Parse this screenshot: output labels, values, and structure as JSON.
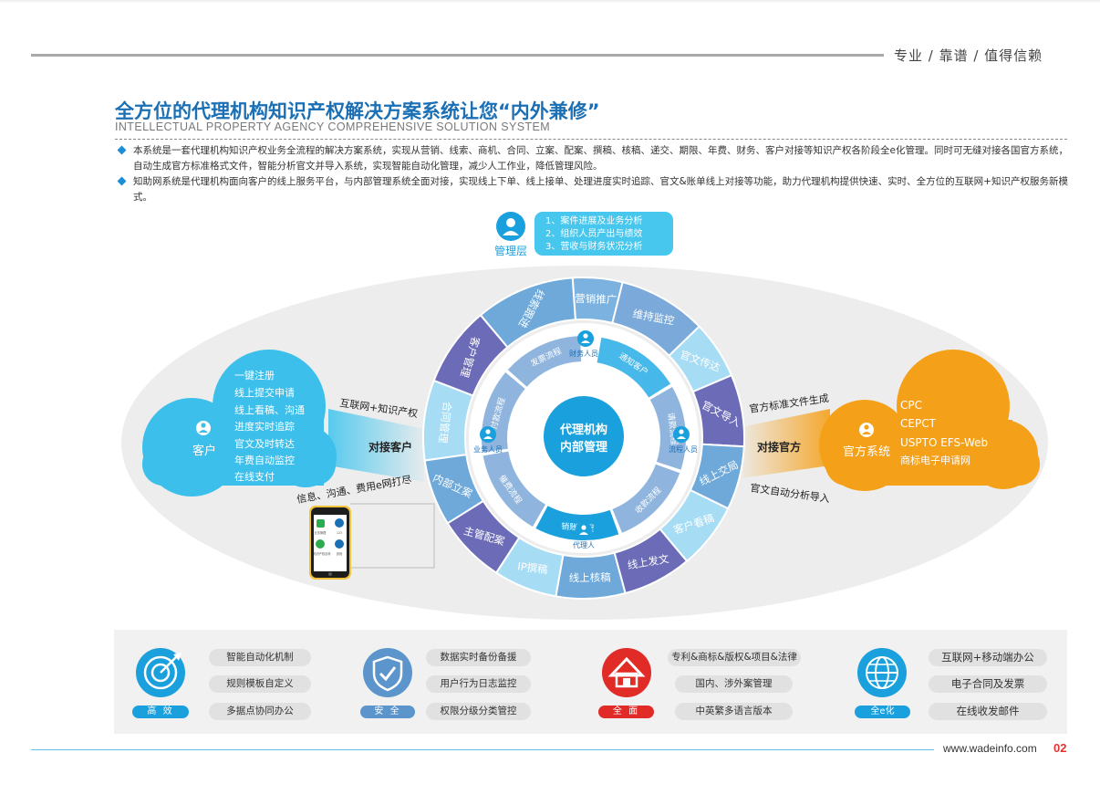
{
  "header": {
    "slogan": "专业  /  靠谱  /  值得信赖",
    "title": "全方位的代理机构知识产权解决方案系统让您“内外兼修”",
    "subtitle": "INTELLECTUAL PROPERTY AGENCY COMPREHENSIVE SOLUTION SYSTEM"
  },
  "bullets": [
    "本系统是一套代理机构知识产权业务全流程的解决方案系统，实现从营销、线索、商机、合同、立案、配案、撰稿、核稿、递交、期限、年费、财务、客户对接等知识产权各阶段全e化管理。同时可无缝对接各国官方系统，自动生成官方标准格式文件，智能分析官文并导入系统，实现智能自动化管理，减少人工作业，降低管理风险。",
    "知助网系统是代理机构面向客户的线上服务平台，与内部管理系统全面对接，实现线上下单、线上接单、处理进度实时追踪、官文&账单线上对接等功能，助力代理机构提供快速、实时、全方位的互联网+知识产权服务新模式。"
  ],
  "diagram": {
    "management": {
      "label": "管理层",
      "items": [
        "1、案件进展及业务分析",
        "2、组织人员产出与绩效",
        "3、营收与财务状况分析"
      ]
    },
    "center": {
      "line1": "代理机构",
      "line2": "内部管理"
    },
    "outer_ring": [
      "营销推广",
      "维持监控",
      "官文传达",
      "官文导入",
      "线上交局",
      "客户看稿",
      "线上发文",
      "线上核稿",
      "IP撰稿",
      "主管配案",
      "内部立案",
      "合同管理",
      "客户管理",
      "线索跟进"
    ],
    "inner_ring": [
      "通知客户",
      "请款流程",
      "收款流程",
      "销账流程",
      "催费流程",
      "付款流程",
      "发票流程"
    ],
    "roles": {
      "finance": "财务人员",
      "business": "业务人员",
      "process": "流程人员",
      "agent": "代理人"
    },
    "client": {
      "label": "客户",
      "items": [
        "一键注册",
        "线上提交申请",
        "线上看稿、沟通",
        "进度实时追踪",
        "官文及时转达",
        "年费自动监控",
        "在线支付"
      ]
    },
    "official": {
      "label": "官方系统",
      "items": [
        "CPC",
        "CEPCT",
        "USPTO EFS-Web",
        "商标电子申请网"
      ]
    },
    "links": {
      "internet": "互联网+知识产权",
      "connect_client": "对接客户",
      "mobile": "信息、沟通、费用e网打尽",
      "official_gen": "官方标准文件生成",
      "connect_official": "对接官方",
      "official_import": "官文自动分析导入"
    },
    "phone_apps": [
      "业务管理",
      "123",
      "知识产权百科",
      "其他"
    ]
  },
  "features": [
    {
      "tag": "高 效",
      "color": "#1aa0dc",
      "icon": "target-icon",
      "items": [
        "智能自动化机制",
        "规则模板自定义",
        "多据点协同办公"
      ]
    },
    {
      "tag": "安 全",
      "color": "#5b95cc",
      "icon": "shield-check-icon",
      "items": [
        "数据实时备份备援",
        "用户行为日志监控",
        "权限分级分类管控"
      ]
    },
    {
      "tag": "全 面",
      "color": "#e02b27",
      "icon": "home-icon",
      "items": [
        "专利&商标&版权&项目&法律",
        "国内、涉外案管理",
        "中英繁多语言版本"
      ]
    },
    {
      "tag": "全e化",
      "color": "#1aa0dc",
      "icon": "globe-icon",
      "items": [
        "互联网+移动端办公",
        "电子合同及发票",
        "在线收发邮件"
      ]
    }
  ],
  "footer": {
    "url": "www.wadeinfo.com",
    "page": "02"
  },
  "colors": {
    "brand_blue": "#1a6fb5",
    "sky": "#47c6ee",
    "orange": "#f5a019",
    "red": "#e02b27",
    "purple": "#6b6bb8"
  }
}
